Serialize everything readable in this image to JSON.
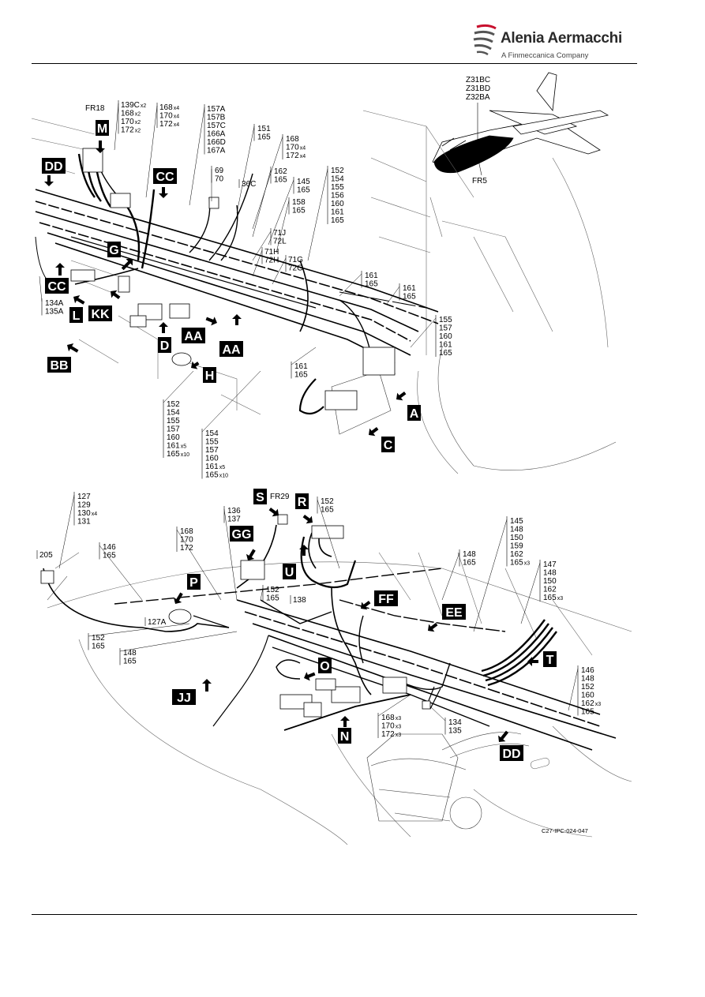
{
  "header": {
    "brand": "Alenia Aermacchi",
    "subbrand": "A Finmeccanica Company",
    "logo_icon": "alenia-aermacchi-swoosh-logo"
  },
  "locator": {
    "zones": [
      "Z31BC",
      "Z31BD",
      "Z32BA"
    ],
    "frame": "FR5"
  },
  "figure_ref": "C27-IPC-024-047",
  "frames": {
    "upper": "FR18",
    "lower": "FR29"
  },
  "view_flags": {
    "upper": [
      "M",
      "DD",
      "CC",
      "G",
      "CC",
      "L",
      "KK",
      "AA",
      "AA",
      "D",
      "H",
      "BB",
      "A",
      "C"
    ],
    "lower": [
      "S",
      "R",
      "GG",
      "U",
      "P",
      "FF",
      "EE",
      "O",
      "T",
      "JJ",
      "N",
      "DD"
    ]
  },
  "callouts": {
    "c1": [
      "139C x2",
      "168 x2",
      "170 x2",
      "172 x2"
    ],
    "c2": [
      "168 x4",
      "170 x4",
      "172 x4"
    ],
    "c3": [
      "157A",
      "157B",
      "157C",
      "166A",
      "166D",
      "167A"
    ],
    "c4": [
      "151",
      "165"
    ],
    "c5": [
      "168",
      "170 x4",
      "172 x4"
    ],
    "c6": [
      "69",
      "70"
    ],
    "c7": [
      "36C"
    ],
    "c8": [
      "162",
      "165"
    ],
    "c9": [
      "145",
      "165"
    ],
    "c10": [
      "158",
      "165"
    ],
    "c11": [
      "152",
      "154",
      "155",
      "156",
      "160",
      "161",
      "165"
    ],
    "c12": [
      "71J",
      "72L"
    ],
    "c13": [
      "71H",
      "72H"
    ],
    "c14": [
      "71G",
      "72G"
    ],
    "c15": [
      "161",
      "165"
    ],
    "c16": [
      "161",
      "165"
    ],
    "c17": [
      "134A",
      "135A"
    ],
    "c18": [
      "155",
      "157",
      "160",
      "161",
      "165"
    ],
    "c19": [
      "161",
      "165"
    ],
    "c20": [
      "152",
      "154",
      "155",
      "157",
      "160",
      "161 x5",
      "165 x10"
    ],
    "c21": [
      "154",
      "155",
      "157",
      "160",
      "161 x5",
      "165 x10"
    ],
    "c22": [
      "127",
      "129",
      "130 x4",
      "131"
    ],
    "c23": [
      "205"
    ],
    "c24": [
      "136",
      "137"
    ],
    "c25": [
      "152",
      "165"
    ],
    "c26": [
      "146",
      "165"
    ],
    "c27": [
      "168",
      "170",
      "172"
    ],
    "c28": [
      "145",
      "148",
      "150",
      "159",
      "162",
      "165 x3"
    ],
    "c29": [
      "148",
      "165"
    ],
    "c30": [
      "147",
      "148",
      "150",
      "162",
      "165 x3"
    ],
    "c31": [
      "152",
      "165"
    ],
    "c32": [
      "138"
    ],
    "c33": [
      "127A"
    ],
    "c34": [
      "152",
      "165"
    ],
    "c35": [
      "148",
      "165"
    ],
    "c36": [
      "146",
      "148",
      "152",
      "160",
      "162 x3",
      "165"
    ],
    "c37": [
      "168 x3",
      "170 x3",
      "172 x3"
    ],
    "c38": [
      "134",
      "135"
    ]
  }
}
